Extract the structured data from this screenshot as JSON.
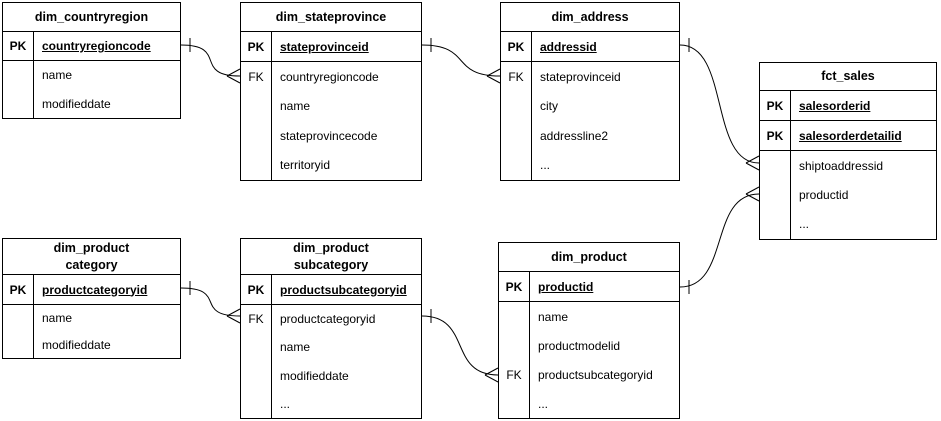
{
  "diagram": {
    "colors": {
      "border": "#000000",
      "background": "#ffffff",
      "text": "#000000"
    },
    "notation": "crow-foot",
    "tables": [
      {
        "id": "dim_countryregion",
        "title_lines": [
          "dim_countryregion"
        ],
        "pk_rows": [
          {
            "key": "PK",
            "name": "countryregioncode"
          }
        ],
        "body_rows": [
          {
            "key": "",
            "name": "name"
          },
          {
            "key": "",
            "name": "modifieddate"
          }
        ]
      },
      {
        "id": "dim_stateprovince",
        "title_lines": [
          "dim_stateprovince"
        ],
        "pk_rows": [
          {
            "key": "PK",
            "name": "stateprovinceid"
          }
        ],
        "body_rows": [
          {
            "key": "FK",
            "name": "countryregioncode"
          },
          {
            "key": "",
            "name": "name"
          },
          {
            "key": "",
            "name": "stateprovincecode"
          },
          {
            "key": "",
            "name": "territoryid"
          }
        ]
      },
      {
        "id": "dim_address",
        "title_lines": [
          "dim_address"
        ],
        "pk_rows": [
          {
            "key": "PK",
            "name": "addressid"
          }
        ],
        "body_rows": [
          {
            "key": "FK",
            "name": "stateprovinceid"
          },
          {
            "key": "",
            "name": "city"
          },
          {
            "key": "",
            "name": "addressline2"
          },
          {
            "key": "",
            "name": "..."
          }
        ]
      },
      {
        "id": "fct_sales",
        "title_lines": [
          "fct_sales"
        ],
        "pk_rows": [
          {
            "key": "PK",
            "name": "salesorderid"
          },
          {
            "key": "PK",
            "name": "salesorderdetailid"
          }
        ],
        "body_rows": [
          {
            "key": "",
            "name": "shiptoaddressid"
          },
          {
            "key": "",
            "name": "productid"
          },
          {
            "key": "",
            "name": "..."
          }
        ]
      },
      {
        "id": "dim_productcategory",
        "title_lines": [
          "dim_product",
          "category"
        ],
        "pk_rows": [
          {
            "key": "PK",
            "name": "productcategoryid"
          }
        ],
        "body_rows": [
          {
            "key": "",
            "name": "name"
          },
          {
            "key": "",
            "name": "modifieddate"
          }
        ]
      },
      {
        "id": "dim_productsubcategory",
        "title_lines": [
          "dim_product",
          "subcategory"
        ],
        "pk_rows": [
          {
            "key": "PK",
            "name": "productsubcategoryid"
          }
        ],
        "body_rows": [
          {
            "key": "FK",
            "name": "productcategoryid"
          },
          {
            "key": "",
            "name": "name"
          },
          {
            "key": "",
            "name": "modifieddate"
          },
          {
            "key": "",
            "name": "..."
          }
        ]
      },
      {
        "id": "dim_product",
        "title_lines": [
          "dim_product"
        ],
        "pk_rows": [
          {
            "key": "PK",
            "name": "productid"
          }
        ],
        "body_rows": [
          {
            "key": "",
            "name": "name"
          },
          {
            "key": "",
            "name": "productmodelid"
          },
          {
            "key": "FK",
            "name": "productsubcategoryid"
          },
          {
            "key": "",
            "name": "..."
          }
        ]
      }
    ],
    "relationships": [
      {
        "from_table": "dim_countryregion",
        "from_field": "countryregioncode",
        "to_table": "dim_stateprovince",
        "to_field": "countryregioncode",
        "from_end": "one",
        "to_end": "many"
      },
      {
        "from_table": "dim_stateprovince",
        "from_field": "stateprovinceid",
        "to_table": "dim_address",
        "to_field": "stateprovinceid",
        "from_end": "one",
        "to_end": "many"
      },
      {
        "from_table": "dim_address",
        "from_field": "addressid",
        "to_table": "fct_sales",
        "to_field": "shiptoaddressid",
        "from_end": "one",
        "to_end": "many"
      },
      {
        "from_table": "dim_product",
        "from_field": "productid",
        "to_table": "fct_sales",
        "to_field": "productid",
        "from_end": "one",
        "to_end": "many"
      },
      {
        "from_table": "dim_productcategory",
        "from_field": "productcategoryid",
        "to_table": "dim_productsubcategory",
        "to_field": "productcategoryid",
        "from_end": "one",
        "to_end": "many"
      },
      {
        "from_table": "dim_productsubcategory",
        "from_field": "productsubcategoryid",
        "to_table": "dim_product",
        "to_field": "productsubcategoryid",
        "from_end": "one",
        "to_end": "many"
      }
    ]
  }
}
